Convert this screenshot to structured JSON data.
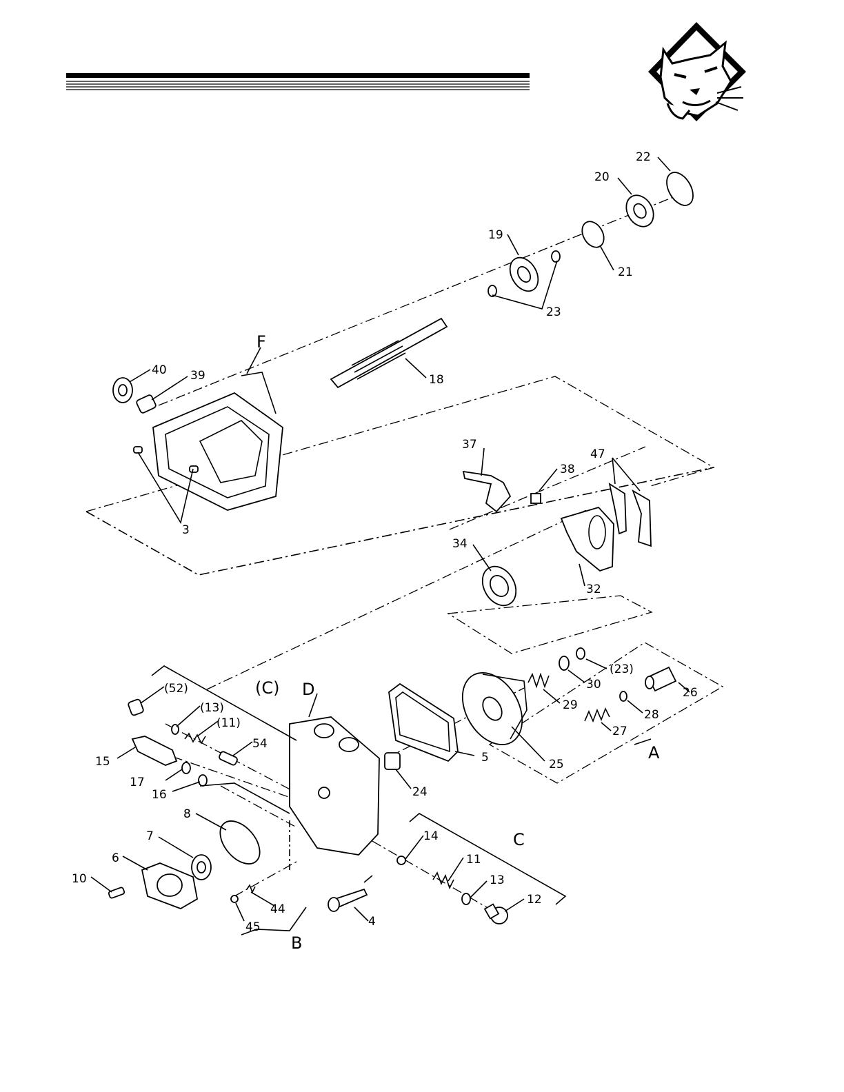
{
  "brand": {
    "logo_icon": "wildcat-mascot-icon"
  },
  "diagram": {
    "labels": {
      "p22": "22",
      "p20": "20",
      "p19": "19",
      "p21": "21",
      "p23": "23",
      "pF": "F",
      "p40": "40",
      "p39": "39",
      "p18": "18",
      "p3": "3",
      "p37": "37",
      "p38": "38",
      "p47": "47",
      "p34": "34",
      "p32": "32",
      "p23b": "(23)",
      "p30": "30",
      "p26": "26",
      "p29": "29",
      "p28": "28",
      "p27": "27",
      "pA": "A",
      "p25": "25",
      "p5": "5",
      "p24": "24",
      "p52": "(52)",
      "pCparen": "(C)",
      "pD": "D",
      "p13b": "(13)",
      "p11b": "(11)",
      "p54": "54",
      "p15": "15",
      "p17": "17",
      "p16": "16",
      "p8": "8",
      "p7": "7",
      "p6": "6",
      "p10": "10",
      "p14": "14",
      "pC": "C",
      "p11": "11",
      "p13": "13",
      "p12": "12",
      "p44": "44",
      "p45": "45",
      "pB": "B",
      "p4": "4"
    }
  }
}
